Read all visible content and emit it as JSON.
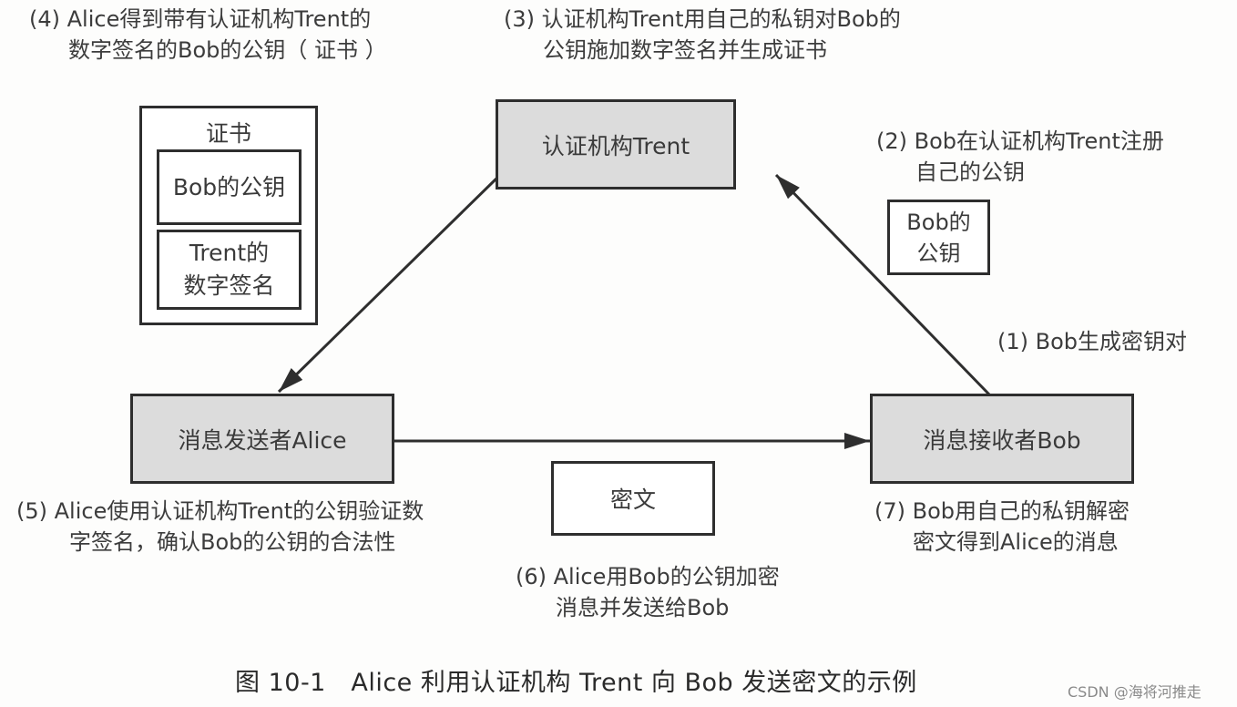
{
  "steps": {
    "s1": "(1) Bob生成密钥对",
    "s2": {
      "line1": "(2) Bob在认证机构Trent注册",
      "line2": "自己的公钥"
    },
    "s3": {
      "line1": "(3) 认证机构Trent用自己的私钥对Bob的",
      "line2": "公钥施加数字签名并生成证书"
    },
    "s4": {
      "line1": "(4) Alice得到带有认证机构Trent的",
      "line2": "数字签名的Bob的公钥（ 证书 ）"
    },
    "s5": {
      "line1": "(5) Alice使用认证机构Trent的公钥验证数",
      "line2": "字签名，确认Bob的公钥的合法性"
    },
    "s6": {
      "line1": "(6) Alice用Bob的公钥加密",
      "line2": "消息并发送给Bob"
    },
    "s7": {
      "line1": "(7) Bob用自己的私钥解密",
      "line2": "密文得到Alice的消息"
    }
  },
  "nodes": {
    "trent": "认证机构Trent",
    "alice": "消息发送者Alice",
    "bob": "消息接收者Bob"
  },
  "certificate": {
    "title": "证书",
    "public_key": "Bob的公钥",
    "signature": {
      "line1": "Trent的",
      "line2": "数字签名"
    }
  },
  "bob_public_key_box": {
    "line1": "Bob的",
    "line2": "公钥"
  },
  "ciphertext_box": "密文",
  "caption": "图 10-1　Alice 利用认证机构 Trent 向 Bob 发送密文的示例",
  "watermark": "CSDN @海将河推走",
  "colors": {
    "node_fill": "#dcdcdc",
    "stroke": "#2e2e2e",
    "background": "#fdfdfc"
  }
}
